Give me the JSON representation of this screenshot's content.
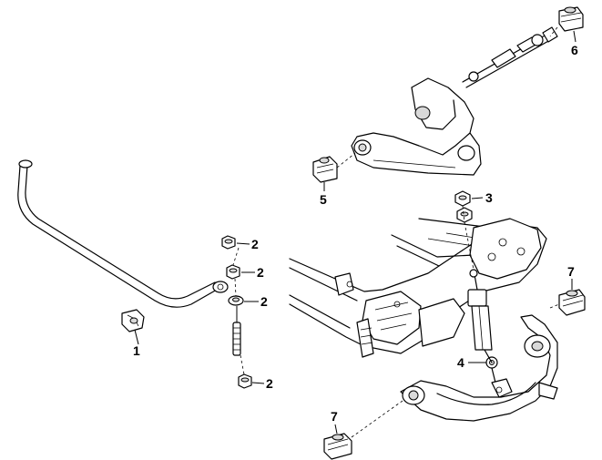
{
  "callouts": {
    "c1": "1",
    "c2a": "2",
    "c2b": "2",
    "c2c": "2",
    "c2d": "2",
    "c3": "3",
    "c4": "4",
    "c5": "5",
    "c6": "6",
    "c7a": "7",
    "c7b": "7"
  }
}
